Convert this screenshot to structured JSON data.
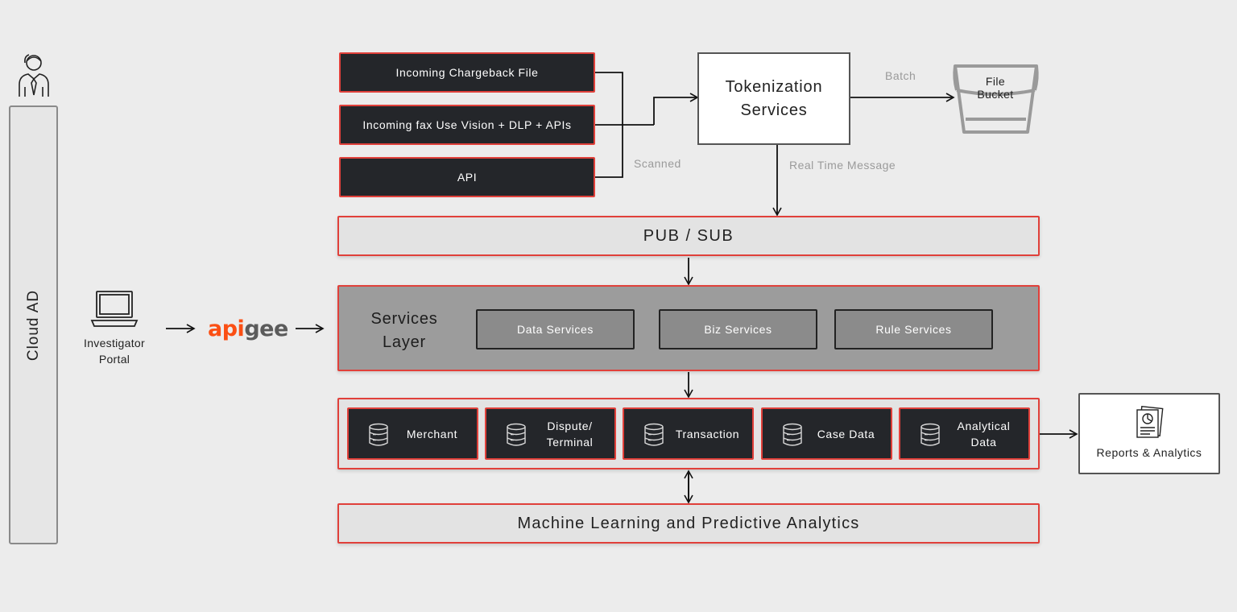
{
  "cloud_ad": {
    "label": "Cloud AD",
    "icon": "user-tie-icon"
  },
  "portal": {
    "label_line1": "Investigator",
    "label_line2": "Portal",
    "icon": "laptop-icon"
  },
  "gateway": {
    "logo_part1": "api",
    "logo_part2": "gee",
    "colors": {
      "accent": "#fb4f14",
      "text": "#5b5b5b"
    }
  },
  "inputs": {
    "chargeback": "Incoming Chargeback File",
    "fax": "Incoming fax Use Vision + DLP + APIs",
    "api": "API"
  },
  "connector_labels": {
    "scanned": "Scanned",
    "batch": "Batch",
    "real_time": "Real Time Message"
  },
  "tokenization": {
    "line1": "Tokenization",
    "line2": "Services"
  },
  "file_bucket": {
    "line1": "File",
    "line2": "Bucket",
    "icon": "bucket-icon"
  },
  "pubsub": {
    "label": "PUB / SUB"
  },
  "services_layer": {
    "title_line1": "Services",
    "title_line2": "Layer",
    "services": [
      "Data Services",
      "Biz Services",
      "Rule Services"
    ]
  },
  "data_layer": {
    "stores": [
      {
        "line1": "Merchant",
        "line2": ""
      },
      {
        "line1": "Dispute/",
        "line2": "Terminal"
      },
      {
        "line1": "Transaction",
        "line2": ""
      },
      {
        "line1": "Case Data",
        "line2": ""
      },
      {
        "line1": "Analytical",
        "line2": "Data"
      }
    ],
    "icon": "database-icon"
  },
  "ml": {
    "label": "Machine Learning and Predictive Analytics"
  },
  "reports": {
    "label": "Reports & Analytics",
    "icon": "report-chart-icon"
  },
  "colors": {
    "accent_border": "#e0403a",
    "dark_box": "#24262a",
    "background": "#ececec"
  }
}
